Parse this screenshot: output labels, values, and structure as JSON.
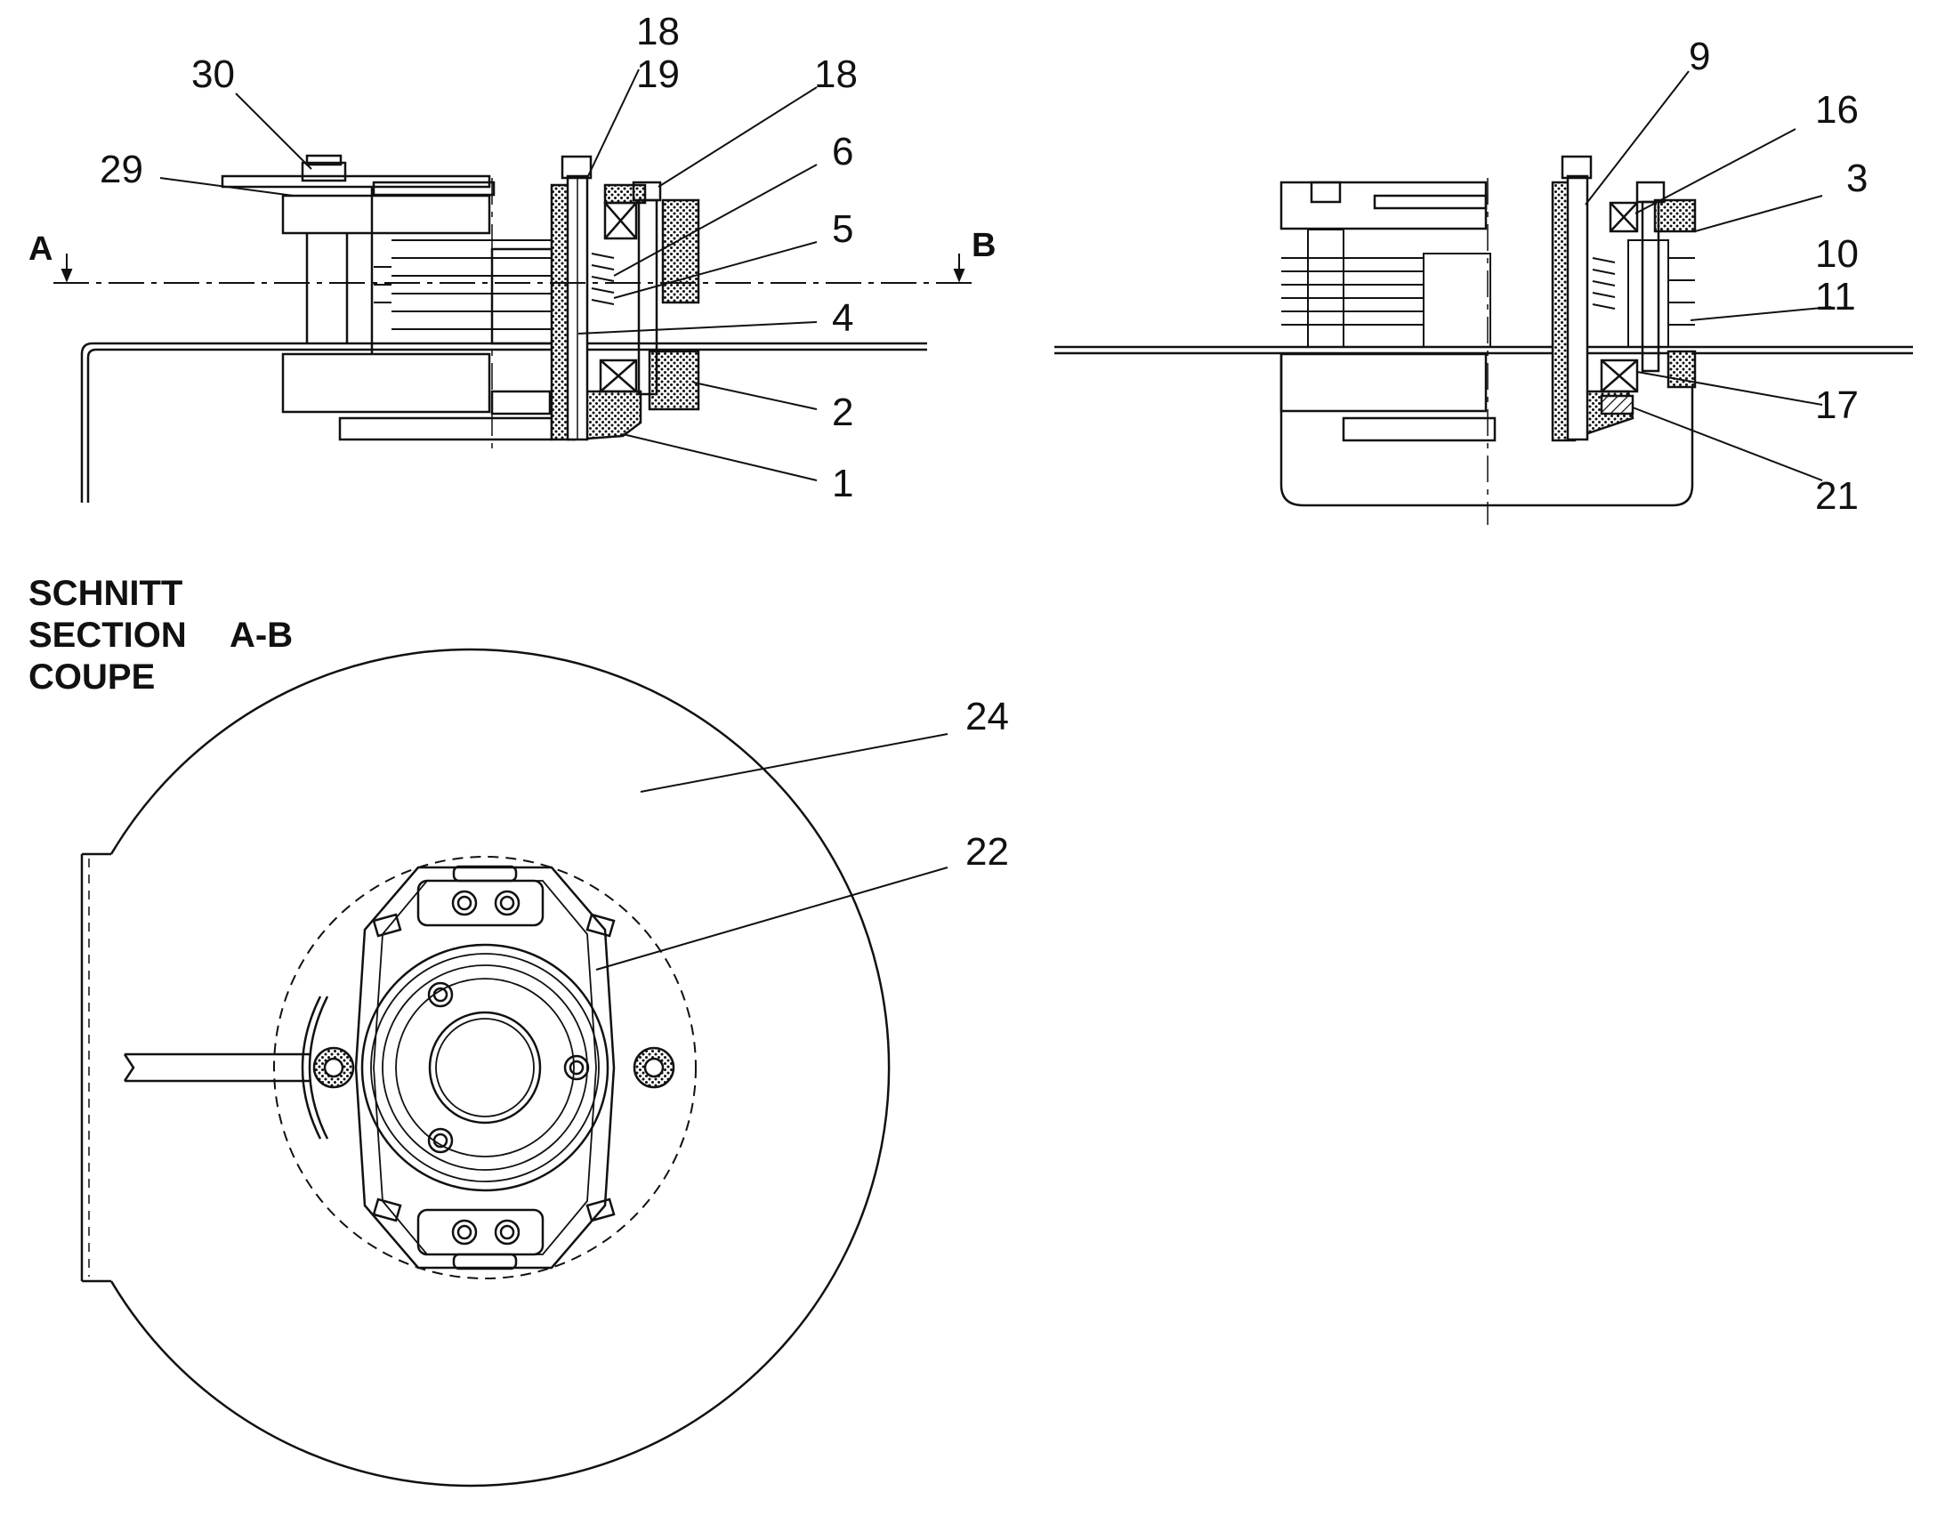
{
  "section_title": {
    "line1": "SCHNITT",
    "line2": "SECTION",
    "line3": "COUPE",
    "cut_name": "A-B"
  },
  "cut_labels": {
    "start": "A",
    "end": "B"
  },
  "left_view_callouts": [
    "18",
    "19",
    "18",
    "30",
    "29",
    "6",
    "5",
    "4",
    "2",
    "1"
  ],
  "right_view_callouts": [
    "9",
    "16",
    "3",
    "10",
    "11",
    "17",
    "21"
  ],
  "section_view_callouts": [
    "24",
    "22"
  ],
  "colors": {
    "line": "#111111",
    "background": "#ffffff"
  }
}
